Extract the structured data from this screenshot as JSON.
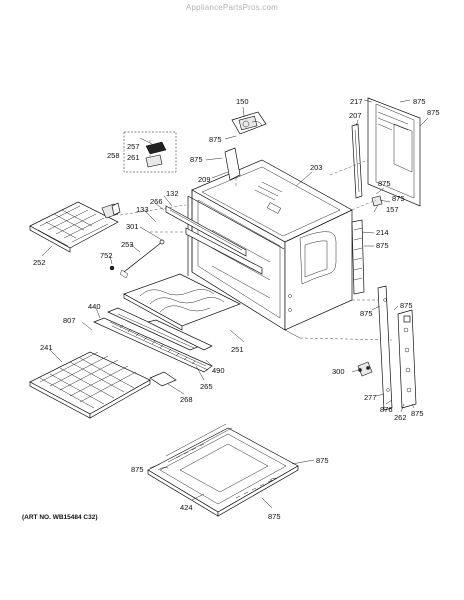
{
  "watermark": "AppliancePartsPros.com",
  "art_number": "(ART NO. WB15484 C32)",
  "callouts": {
    "c150": "150",
    "c217": "217",
    "c875_top1": "875",
    "c875_top2": "875",
    "c207": "207",
    "c257": "257",
    "c261": "261",
    "c258": "258",
    "c875_a": "875",
    "c875_b": "875",
    "c209": "209",
    "c203": "203",
    "c875_c": "875",
    "c875_d": "875",
    "c157": "157",
    "c132": "132",
    "c266": "266",
    "c133": "133",
    "c301": "301",
    "c214": "214",
    "c875_e": "875",
    "c253": "253",
    "c752": "752",
    "c252": "252",
    "c875_f": "875",
    "c875_g": "875",
    "c440": "440",
    "c807": "807",
    "c251": "251",
    "c241": "241",
    "c490": "490",
    "c265": "265",
    "c268": "268",
    "c300": "300",
    "c277": "277",
    "c876": "876",
    "c262": "262",
    "c875_h": "875",
    "c875_i": "875",
    "c875_j": "875",
    "c424": "424",
    "c875_k": "875"
  }
}
